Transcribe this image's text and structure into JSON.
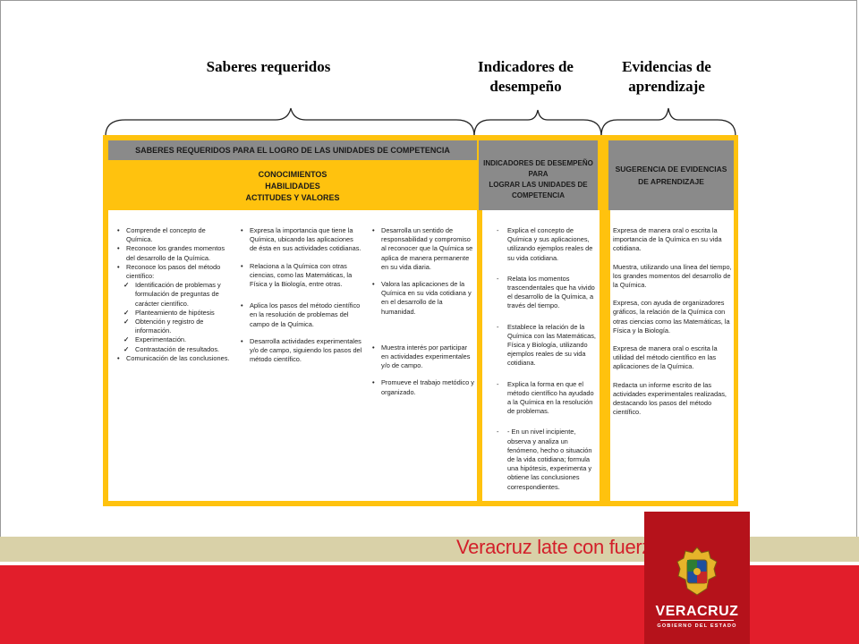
{
  "headings": {
    "saberes": "Saberes requeridos",
    "indicadores_l1": "Indicadores de",
    "indicadores_l2": "desempeño",
    "evidencias_l1": "Evidencias de",
    "evidencias_l2": "aprendizaje"
  },
  "table": {
    "col1_header": "Saberes requeridos para el logro de las unidades de competencia",
    "col1_sub": [
      "Conocimientos",
      "Habilidades",
      "Actitudes y valores"
    ],
    "col2_header_l1": "Indicadores de desempeño para",
    "col2_header_l2": "lograr las Unidades de",
    "col2_header_l3": "competencia",
    "col3_header_l1": "Sugerencia de evidencias",
    "col3_header_l2": "de aprendizaje",
    "conocimientos": {
      "b1": "Comprende el concepto de Química.",
      "b2": "Reconoce los grandes momentos del desarrollo de la Química.",
      "b3": "Reconoce los pasos del método científico:",
      "s1": "Identificación de problemas y formulación de preguntas de carácter científico.",
      "s2": "Planteamiento de hipótesis",
      "s3": "Obtención y registro de información.",
      "s4": "Experimentación.",
      "s5": "Contrastación de resultados.",
      "b4": "Comunicación de las conclusiones."
    },
    "habilidades": {
      "h1": "Expresa la importancia que tiene la Química, ubicando las aplicaciones de ésta en sus actividades cotidianas.",
      "h2": "Relaciona a la Química con otras ciencias, como las Matemáticas, la Física y la Biología, entre otras.",
      "h3": "Aplica los pasos del método científico en la resolución de problemas del campo de la Química.",
      "h4": "Desarrolla actividades experimentales y/o de campo, siguiendo los pasos del método científico."
    },
    "actitudes": {
      "a1": "Desarrolla un sentido de responsabilidad y compromiso al reconocer que la Química se aplica de manera permanente en su vida diaria.",
      "a2": "Valora las aplicaciones de la Química en su vida cotidiana y en el desarrollo de la humanidad.",
      "a3": "Muestra interés por participar en actividades experimentales y/o de campo.",
      "a4": "Promueve el trabajo metódico y organizado."
    },
    "indicadores": {
      "i1": "Explica el concepto de Química y sus aplicaciones, utilizando ejemplos reales de su vida cotidiana.",
      "i2": "Relata los momentos trascendentales que ha vivido el desarrollo de la Química, a través del tiempo.",
      "i3": "Establece la relación de la Química con las Matemáticas, Física y Biología, utilizando ejemplos reales de su vida cotidiana.",
      "i4": "Explica la forma en que el método científico ha ayudado a la Química en la resolución de problemas.",
      "i5": "- En un nivel incipiente, observa y analiza un fenómeno, hecho o situación de la vida cotidiana; formula una hipótesis, experimenta y obtiene las conclusiones correspondientes."
    },
    "evidencias": {
      "e1": "Expresa de manera oral o escrita la importancia de la Química en su vida cotidiana.",
      "e2": "Muestra, utilizando una línea del tiempo, los grandes momentos del desarrollo de la Química.",
      "e3": "Expresa, con ayuda de organizadores gráficos, la relación de la Química con otras ciencias como las Matemáticas, la Física y la Biología.",
      "e4": "Expresa de manera oral o escrita la utilidad del método científico en las aplicaciones de la Química.",
      "e5": "Redacta un informe escrito de las actividades experimentales realizadas, destacando los pasos del método científico."
    }
  },
  "footer": {
    "slogan": "Veracruz late con fuerza",
    "logo_word": "VERACRUZ",
    "logo_sub": "GOBIERNO DEL ESTADO"
  },
  "colors": {
    "yellow": "#FFC20E",
    "gray": "#8a8a8a",
    "red": "#E21E2B",
    "dark_red": "#B5121B",
    "beige": "#D9D1A8"
  }
}
